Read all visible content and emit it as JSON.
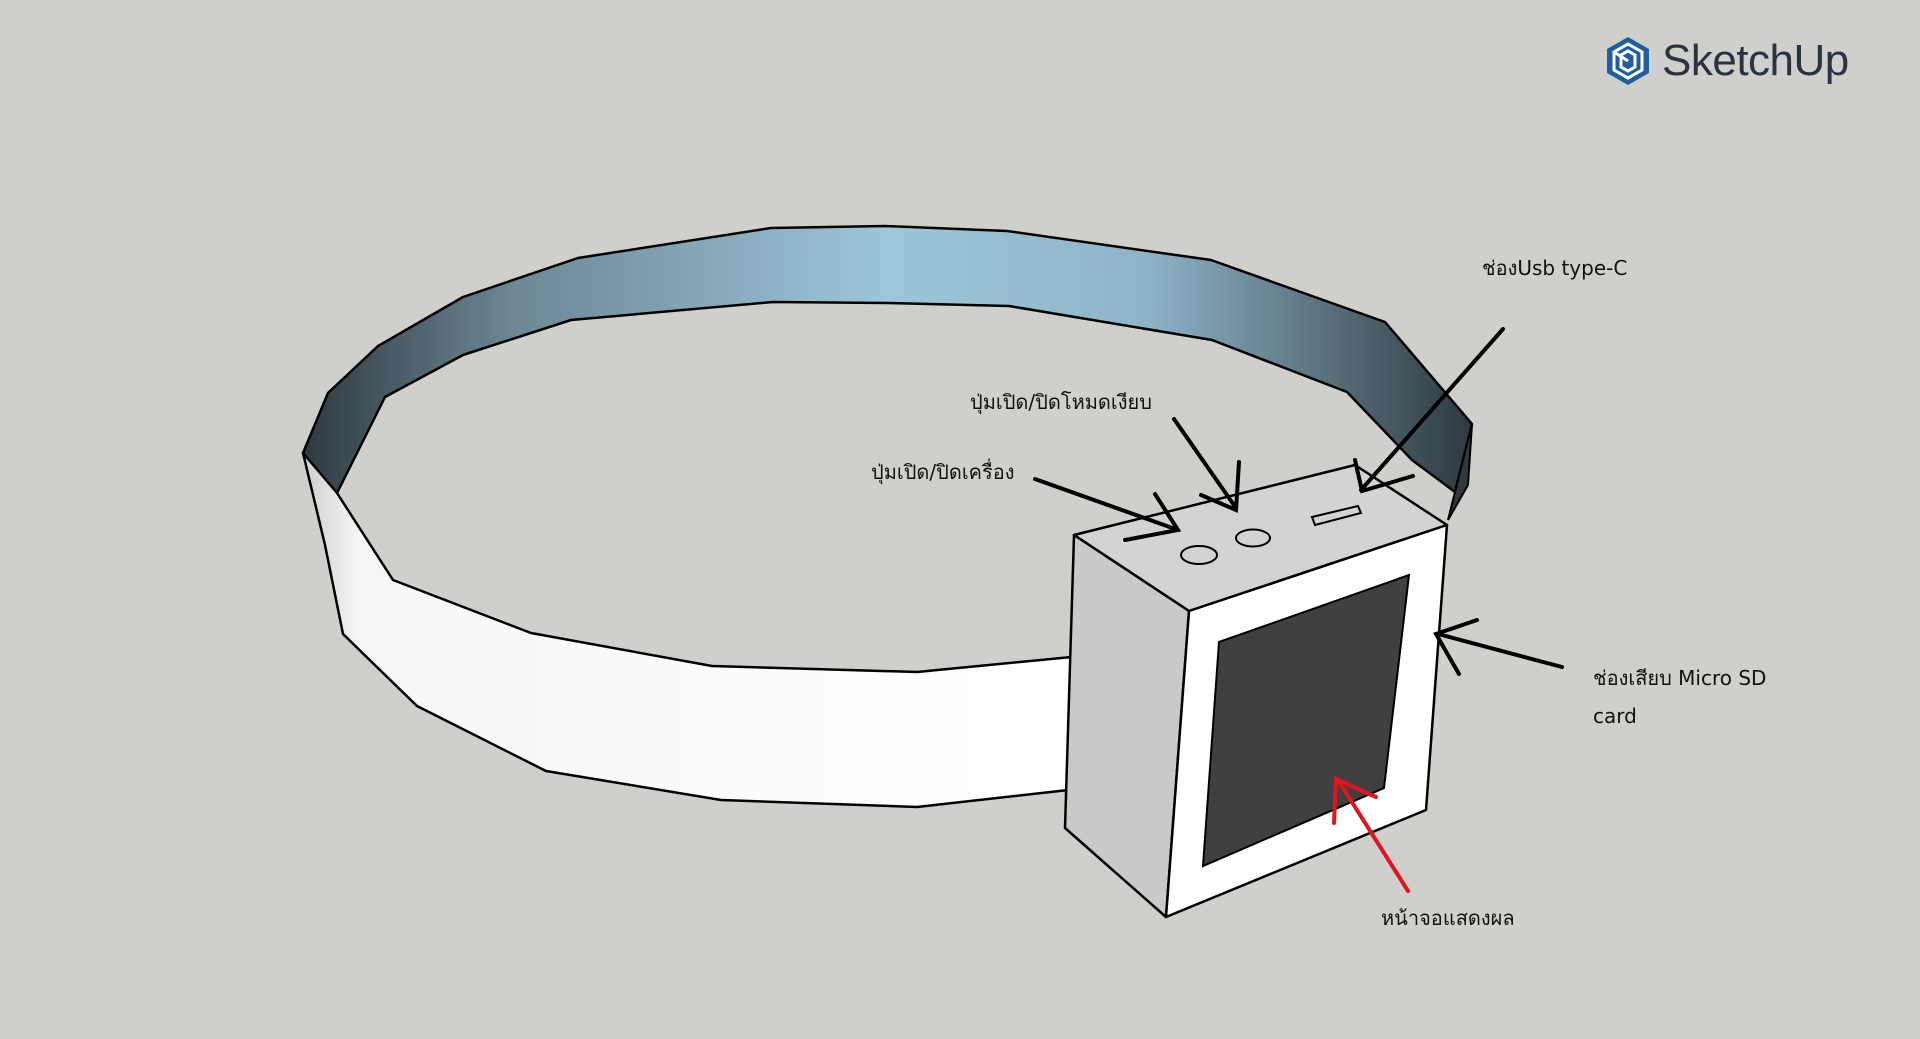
{
  "brand": {
    "logo_icon": "sketchup-logo-icon",
    "name": "SketchUp",
    "accent_color": "#1f5fa0"
  },
  "labels": {
    "usb_port": "ช่องUsb type-C",
    "silent_mode_button": "ปุ่มเปิด/ปิดโหมดเงียบ",
    "power_button": "ปุ่มเปิด/ปิดเครื่อง",
    "micro_sd_slot": "ช่องเสียบ Micro SD card",
    "display_screen": "หน้าจอแสดงผล"
  },
  "colors": {
    "background": "#cfd0cb",
    "strap_inner_center": "#9dc6d9",
    "strap_inner_edge": "#2e3a40",
    "strap_outer": "#ffffff",
    "device_body": "#d0d0d0",
    "screen": "#404040",
    "arrow_black": "#000000",
    "arrow_red": "#e0141e"
  }
}
